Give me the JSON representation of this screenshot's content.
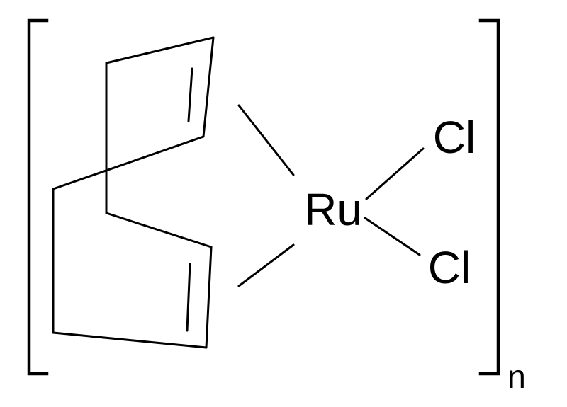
{
  "molecule": {
    "metal_label": "Ru",
    "ligand_top_label": "Cl",
    "ligand_bottom_label": "Cl",
    "repeat_subscript": "n",
    "line_color": "#000000",
    "background_color": "#ffffff"
  }
}
